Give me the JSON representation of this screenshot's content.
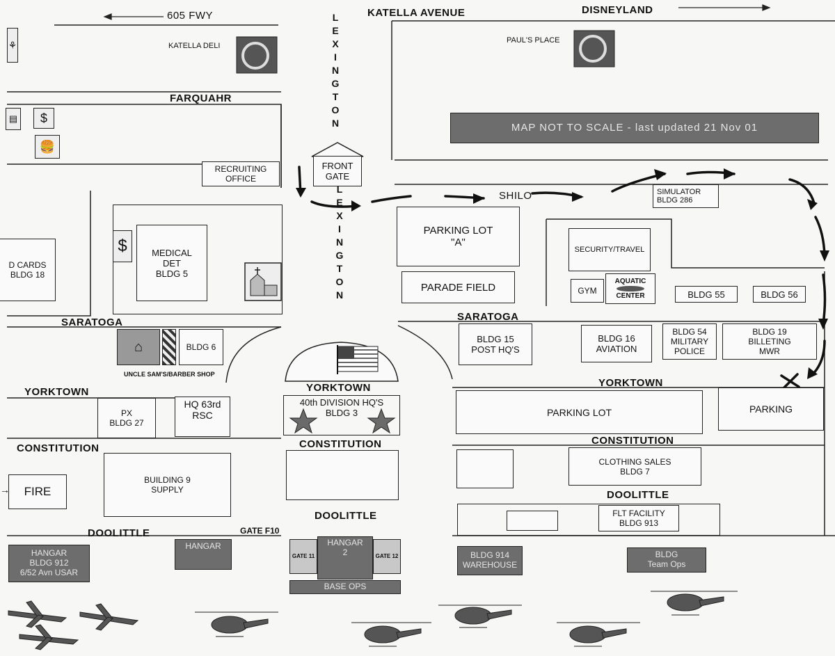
{
  "streets": {
    "fwy": "605 FWY",
    "katella": "KATELLA AVENUE",
    "disneyland": "DISNEYLAND",
    "farquahr": "FARQUAHR",
    "shilo": "SHILO",
    "saratoga_w": "SARATOGA",
    "saratoga_e": "SARATOGA",
    "yorktown_w": "YORKTOWN",
    "yorktown_c": "YORKTOWN",
    "yorktown_e": "YORKTOWN",
    "constitution_w": "CONSTITUTION",
    "constitution_c": "CONSTITUTION",
    "constitution_e": "CONSTITUTION",
    "doolittle_w": "DOOLITTLE",
    "doolittle_c": "DOOLITTLE",
    "doolittle_e": "DOOLITTLE",
    "lexington_top": [
      "L",
      "E",
      "X",
      "I",
      "N",
      "G",
      "T",
      "O",
      "N"
    ],
    "lexington_bottom": [
      "L",
      "E",
      "X",
      "I",
      "N",
      "G",
      "T",
      "O",
      "N"
    ]
  },
  "places": {
    "katella_deli": "KATELLA DELI",
    "pauls_place": "PAUL'S PLACE",
    "banner": "MAP  NOT  TO  SCALE  -  last updated 21 Nov 01",
    "front_gate": [
      "FRONT",
      "GATE"
    ],
    "recruiting": [
      "RECRUITING",
      "OFFICE"
    ],
    "simulator": [
      "SIMULATOR",
      "BLDG 286"
    ],
    "parking_a": [
      "PARKING LOT",
      "\"A\""
    ],
    "parade_field": "PARADE FIELD",
    "security": "SECURITY/TRAVEL",
    "gym": "GYM",
    "aquatic": [
      "AQUATIC",
      "CENTER"
    ],
    "bldg55": "BLDG 55",
    "bldg56": "BLDG 56",
    "medical": [
      "MEDICAL",
      "DET",
      "BLDG 5"
    ],
    "id_cards": [
      "D CARDS",
      "BLDG 18"
    ],
    "bldg6": "BLDG 6",
    "barber": "UNCLE SAM'S/BARBER SHOP",
    "bldg15": [
      "BLDG 15",
      "POST HQ'S"
    ],
    "bldg16": [
      "BLDG 16",
      "AVIATION"
    ],
    "bldg54": [
      "BLDG 54",
      "MILITARY",
      "POLICE"
    ],
    "bldg19": [
      "BLDG 19",
      "BILLETING",
      "MWR"
    ],
    "px": [
      "PX",
      "BLDG 27"
    ],
    "hq63": [
      "HQ 63rd",
      "RSC"
    ],
    "div40": [
      "40th DIVISION HQ'S",
      "BLDG 3"
    ],
    "parking_lot": "PARKING LOT",
    "parking": "PARKING",
    "fire": "FIRE",
    "bldg9": [
      "BUILDING 9",
      "SUPPLY"
    ],
    "clothing": [
      "CLOTHING SALES",
      "BLDG 7"
    ],
    "flt": [
      "FLT FACILITY",
      "BLDG 913"
    ],
    "gate_f10": "GATE F10",
    "hangar_912": [
      "HANGAR",
      "BLDG 912",
      "6/52 Avn USAR"
    ],
    "hangar_w": "HANGAR",
    "hangar_c": [
      "HANGAR",
      "2"
    ],
    "gate11": "GATE 11",
    "gate12": "GATE 12",
    "base_ops": "BASE OPS",
    "bldg914": [
      "BLDG 914",
      "WAREHOUSE"
    ],
    "bldg_e": [
      "BLDG",
      "Team Ops"
    ]
  },
  "icons": [
    "hamburger-icon",
    "church-icon",
    "dollar-icon",
    "barber-pole-icon",
    "flag-icon",
    "star-icon",
    "airplane-icon",
    "helicopter-icon",
    "arrow-icon"
  ]
}
